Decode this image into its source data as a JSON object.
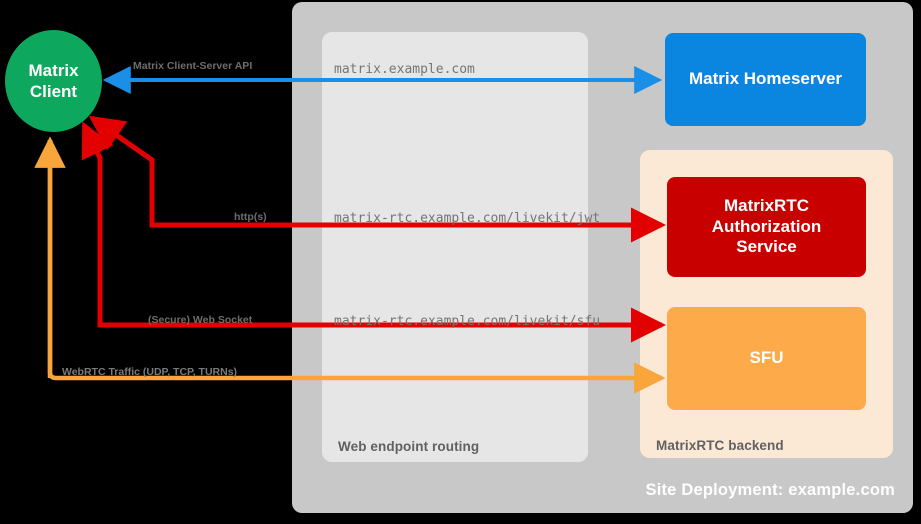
{
  "diagram": {
    "title": "Site Deployment: example.com",
    "colors": {
      "client": "#0da85e",
      "homeserver": "#0b86e0",
      "authorization_service": "#c90000",
      "sfu": "#fcaa4a",
      "site_container": "#c8c8c8",
      "routing_panel": "#e6e6e6",
      "backend_panel": "#fce9d5",
      "matrix_api_arrow": "#1a8fe8",
      "http_arrow": "#e30000",
      "websocket_arrow": "#e30000",
      "webrtc_arrow": "#f8a63c",
      "background": "#000000"
    }
  },
  "nodes": {
    "client": {
      "line1": "Matrix",
      "line2": "Client"
    },
    "homeserver": {
      "label": "Matrix Homeserver"
    },
    "authorization_service": {
      "line1": "MatrixRTC",
      "line2": "Authorization",
      "line3": "Service"
    },
    "sfu": {
      "label": "SFU"
    }
  },
  "panels": {
    "routing": {
      "label": "Web endpoint routing"
    },
    "backend": {
      "label": "MatrixRTC backend"
    },
    "site": {
      "label": "Site Deployment: example.com"
    }
  },
  "edges": [
    {
      "id": "matrix-client-server-api",
      "protocol_label": "Matrix Client-Server API",
      "endpoint": "matrix.example.com",
      "from": "Matrix Client",
      "to": "Matrix Homeserver",
      "direction": "bidirectional",
      "color": "#1a8fe8"
    },
    {
      "id": "livekit-jwt",
      "protocol_label": "http(s)",
      "endpoint": "matrix-rtc.example.com/livekit/jwt",
      "from": "Matrix Client",
      "to": "MatrixRTC Authorization Service",
      "direction": "bidirectional",
      "color": "#e30000"
    },
    {
      "id": "livekit-sfu",
      "protocol_label": "(Secure) Web Socket",
      "endpoint": "matrix-rtc.example.com/livekit/sfu",
      "from": "Matrix Client",
      "to": "SFU",
      "direction": "bidirectional",
      "color": "#e30000"
    },
    {
      "id": "webrtc-traffic",
      "protocol_label": "WebRTC Traffic (UDP, TCP, TURNs)",
      "endpoint": "",
      "from": "Matrix Client",
      "to": "SFU",
      "direction": "bidirectional",
      "color": "#f8a63c"
    }
  ]
}
